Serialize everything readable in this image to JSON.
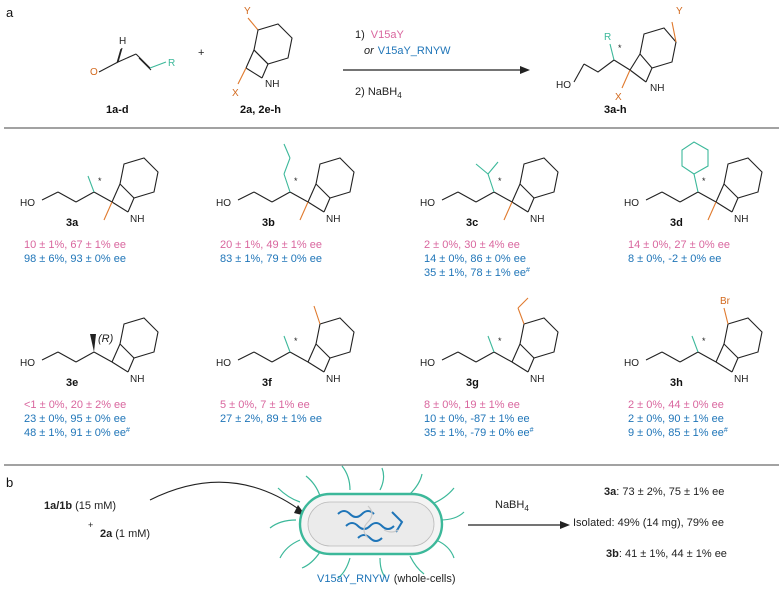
{
  "panels": {
    "a": "a",
    "b": "b"
  },
  "reaction": {
    "reactant1_label": "1a-d",
    "reactant2_label": "2a, 2e-h",
    "product_label": "3a-h",
    "plus": "+",
    "step1_num": "1)",
    "step1_enzyme": "V15aY",
    "step1_or": "or",
    "step1_alt_enzyme": "V15aY_RNYW",
    "step2": "2) NaBH",
    "step2_sub": "4",
    "atoms": {
      "H": "H",
      "O": "O",
      "R": "R",
      "Y": "Y",
      "X": "X",
      "NH": "NH",
      "HO": "HO",
      "star": "*"
    }
  },
  "compounds": [
    {
      "label": "3a",
      "lines": [
        {
          "text": "10 ± 1%, 67 ± 1% ee",
          "color": "pink"
        },
        {
          "text": "98 ± 6%, 93 ± 0% ee",
          "color": "blue"
        }
      ]
    },
    {
      "label": "3b",
      "lines": [
        {
          "text": "20 ± 1%, 49 ± 1% ee",
          "color": "pink"
        },
        {
          "text": "83 ± 1%, 79 ± 0% ee",
          "color": "blue"
        }
      ]
    },
    {
      "label": "3c",
      "lines": [
        {
          "text": "2 ± 0%, 30 ± 4% ee",
          "color": "pink"
        },
        {
          "text": "14 ± 0%, 86 ± 0% ee",
          "color": "blue"
        },
        {
          "text": "35 ± 1%, 78 ± 1% ee",
          "color": "blue",
          "mark": "#"
        }
      ]
    },
    {
      "label": "3d",
      "lines": [
        {
          "text": "14 ± 0%, 27 ± 0% ee",
          "color": "pink"
        },
        {
          "text": "8 ± 0%, -2 ± 0% ee",
          "color": "blue"
        }
      ]
    },
    {
      "label": "3e",
      "lines": [
        {
          "text": "<1 ± 0%, 20 ± 2% ee",
          "color": "pink"
        },
        {
          "text": "23 ± 0%, 95 ± 0% ee",
          "color": "blue"
        },
        {
          "text": "48 ± 1%, 91 ± 0% ee",
          "color": "blue",
          "mark": "#"
        }
      ]
    },
    {
      "label": "3f",
      "lines": [
        {
          "text": "5 ± 0%, 7 ± 1% ee",
          "color": "pink"
        },
        {
          "text": "27 ± 2%, 89 ± 1% ee",
          "color": "blue"
        }
      ]
    },
    {
      "label": "3g",
      "lines": [
        {
          "text": "8 ± 0%, 19 ± 1% ee",
          "color": "pink"
        },
        {
          "text": "10 ± 0%, -87 ± 1% ee",
          "color": "blue"
        },
        {
          "text": "35 ± 1%, -79 ± 0% ee",
          "color": "blue",
          "mark": "#"
        }
      ]
    },
    {
      "label": "3h",
      "lines": [
        {
          "text": "2 ± 0%, 44 ± 0% ee",
          "color": "pink"
        },
        {
          "text": "2 ± 0%, 90 ± 1% ee",
          "color": "blue"
        },
        {
          "text": "9 ± 0%, 85 ± 1% ee",
          "color": "blue",
          "mark": "#"
        }
      ]
    }
  ],
  "substituents": {
    "r_config": "(R)",
    "br": "Br"
  },
  "panel_b": {
    "substrate1": "1a/1b",
    "substrate1_conc": "(15 mM)",
    "plus": "+",
    "substrate2": "2a",
    "substrate2_conc": "(1 mM)",
    "cell_name": "V15aY_RNYW",
    "cell_note": "(whole-cells)",
    "reagent": "NaBH",
    "reagent_sub": "4",
    "result_3a_label": "3a",
    "result_3a": ":  73 ± 2%, 75 ± 1% ee",
    "result_isolated": "Isolated: 49% (14 mg), 79% ee",
    "result_3b_label": "3b",
    "result_3b": ":  41 ± 1%, 44 ± 1% ee"
  },
  "colors": {
    "pink": "#d9669e",
    "blue": "#1f75b8",
    "green": "#3cb89a",
    "orange": "#e07a2e"
  }
}
